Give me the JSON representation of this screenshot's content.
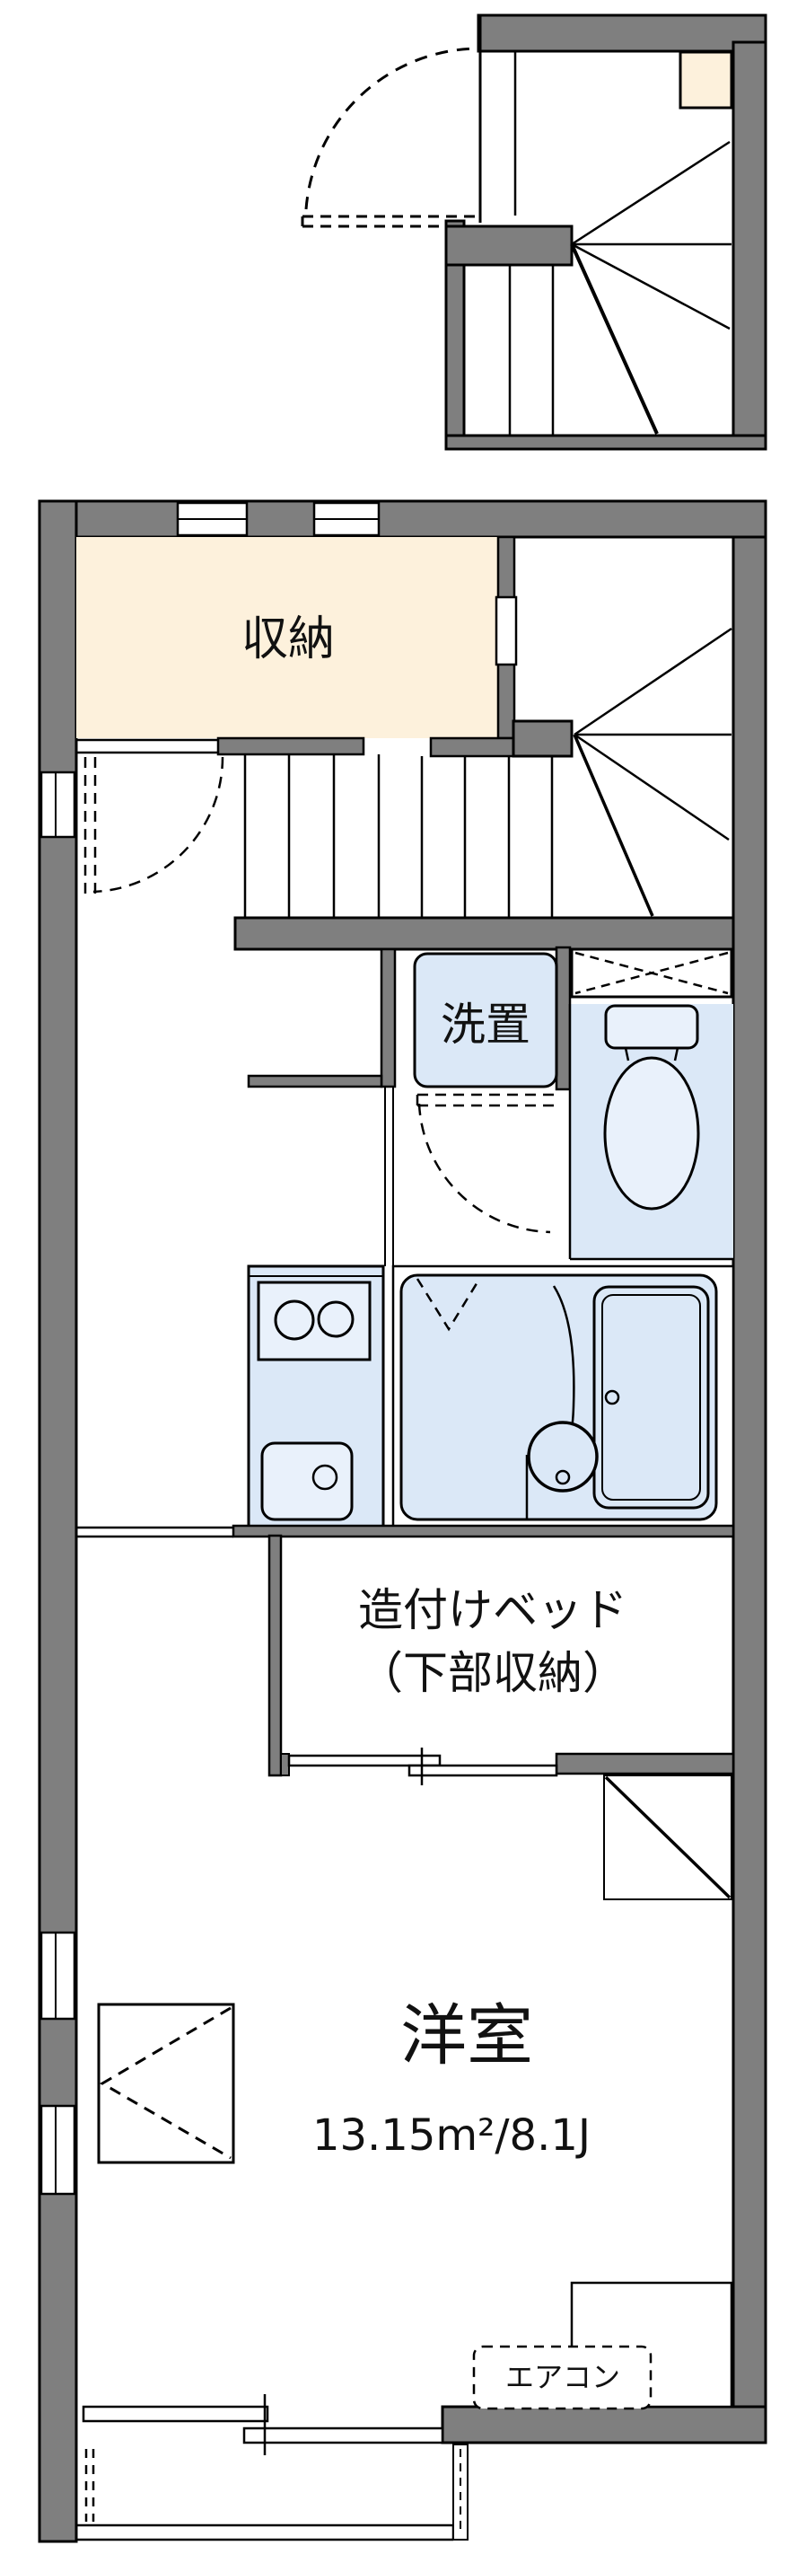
{
  "title": "apartment-floor-plan",
  "labels": {
    "storage": "収納",
    "washer": "洗置",
    "bed_line1": "造付けベッド",
    "bed_line2": "（下部収納）",
    "room_name": "洋室",
    "room_area": "13.15m²/8.1J",
    "aircon": "エアコン"
  },
  "room_area_value": {
    "m2": "13.15",
    "jo": "8.1"
  },
  "colors": {
    "wall_gray": "#7f7f7f",
    "storage_cream": "#fdf1dc",
    "fixture_blue": "#dbe8f7",
    "fixture_blue_light": "#e9f1fb",
    "outline_black": "#000000",
    "background": "#ffffff"
  },
  "features": [
    "upper-staircase-block",
    "storage-closet",
    "winder-staircase",
    "washing-machine-space",
    "toilet",
    "kitchen-with-stove-and-sink",
    "unit-bath-with-tub-and-basin",
    "built-in-bed-with-under-storage",
    "western-room",
    "air-conditioner",
    "balcony-sliding-window"
  ]
}
